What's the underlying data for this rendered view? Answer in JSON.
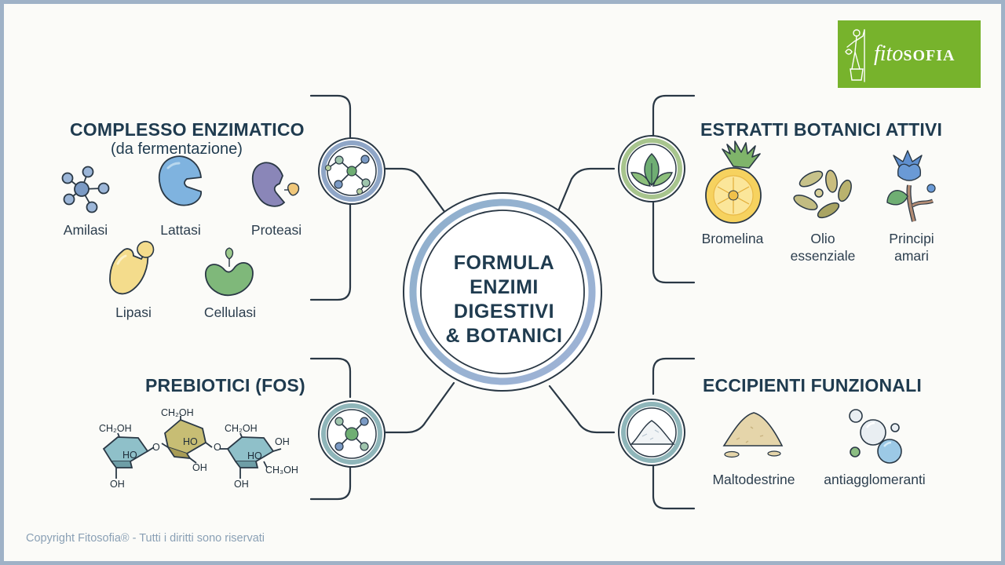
{
  "center": {
    "lines": [
      "FORMULA",
      "ENZIMI",
      "DIGESTIVI",
      "& BOTANICI"
    ]
  },
  "logo": {
    "text_fito": "fito",
    "text_sofia": "SOFIA"
  },
  "sections": {
    "enzyme": {
      "title": "COMPLESSO ENZIMATICO",
      "subtitle": "(da fermentazione)",
      "items": [
        {
          "label": "Amilasi",
          "icon": "molecule-network-icon"
        },
        {
          "label": "Lattasi",
          "icon": "blue-enzyme-icon"
        },
        {
          "label": "Proteasi",
          "icon": "purple-enzyme-icon"
        },
        {
          "label": "Lipasi",
          "icon": "yellow-enzyme-icon"
        },
        {
          "label": "Cellulasi",
          "icon": "green-enzyme-icon"
        }
      ]
    },
    "botanicals": {
      "title": "ESTRATTI BOTANICI ATTIVI",
      "items": [
        {
          "label": "Bromelina",
          "icon": "pineapple-icon"
        },
        {
          "label_lines": [
            "Olio",
            "essenziale"
          ],
          "icon": "seeds-icon"
        },
        {
          "label_lines": [
            "Principi",
            "amari"
          ],
          "icon": "blue-flower-icon"
        }
      ]
    },
    "prebiotics": {
      "title": "PREBIOTICI (FOS)",
      "chem_labels": [
        "CH₂OH",
        "CH₂OH",
        "CH₂OH",
        "HO",
        "HO",
        "HO",
        "OH",
        "OH",
        "OH",
        "OH",
        "CH₃OH",
        "O",
        "O"
      ]
    },
    "excipients": {
      "title": "ECCIPIENTI FUNZIONALI",
      "items": [
        {
          "label": "Maltodestrine",
          "icon": "powder-pile-icon"
        },
        {
          "label": "antiagglomeranti",
          "icon": "bubbles-icon"
        }
      ]
    }
  },
  "colors": {
    "frame": "#9fb2c7",
    "text_dark": "#1f3b4f",
    "line": "#2a3845",
    "ring_blue": "#8fa6c7",
    "ring_green": "#a8c58e",
    "ring_teal": "#8fb6ba",
    "logo_green": "#77b32c"
  },
  "copyright": "Copyright Fitosofia® - Tutti i diritti sono riservati"
}
